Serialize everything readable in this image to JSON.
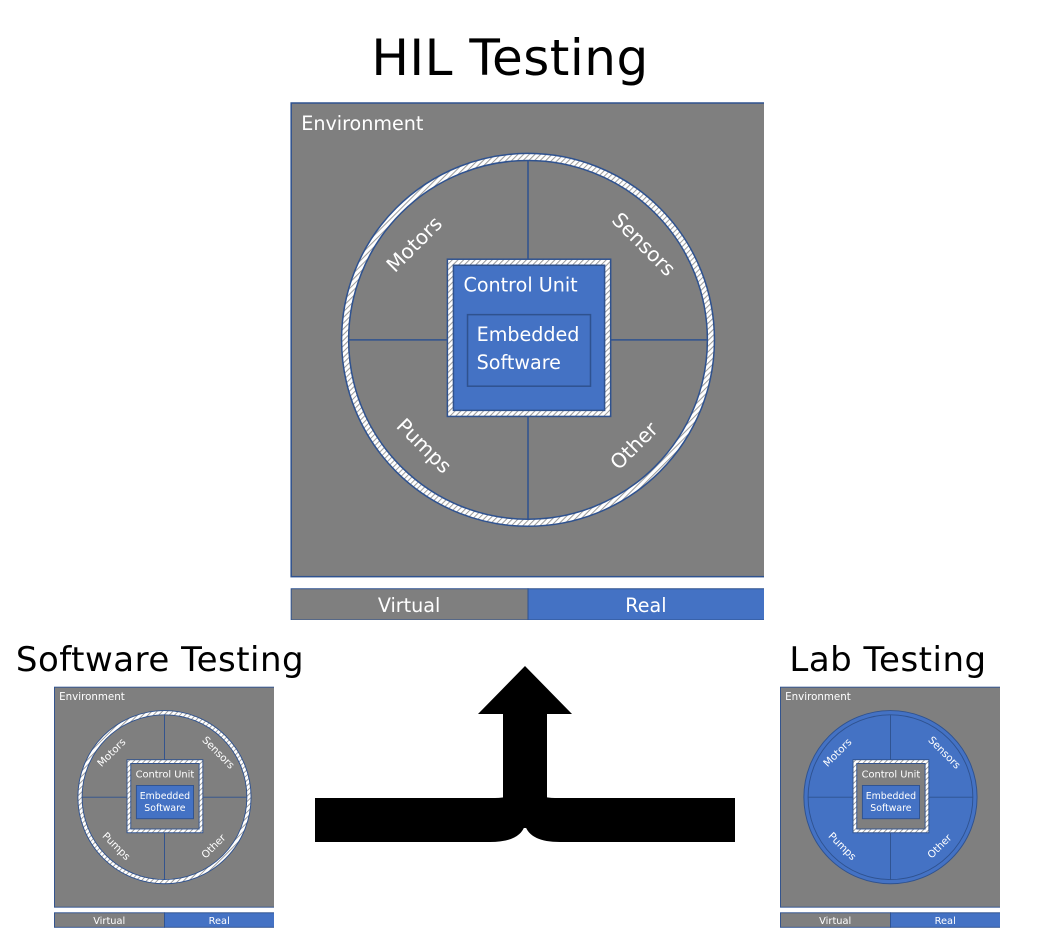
{
  "colors": {
    "environment": "#7f7f7f",
    "real": "#4472c4",
    "border": "#2f528f",
    "text_on_dark": "#ffffff",
    "ring_hatch": "#d9d9d9",
    "arrow": "#000000"
  },
  "hil": {
    "title": "HIL Testing",
    "environment_label": "Environment",
    "control_unit_label": "Control Unit",
    "embedded_line1": "Embedded",
    "embedded_line2": "Software",
    "quadrants": {
      "top_left": "Motors",
      "top_right": "Sensors",
      "bottom_left": "Pumps",
      "bottom_right": "Other"
    },
    "ring_fill": "virtual",
    "control_unit_fill": "real",
    "legend": {
      "virtual": "Virtual",
      "real": "Real"
    }
  },
  "software_testing": {
    "title": "Software Testing",
    "environment_label": "Environment",
    "control_unit_label": "Control Unit",
    "embedded_line1": "Embedded",
    "embedded_line2": "Software",
    "quadrants": {
      "top_left": "Motors",
      "top_right": "Sensors",
      "bottom_left": "Pumps",
      "bottom_right": "Other"
    },
    "ring_fill": "virtual",
    "control_unit_fill": "virtual",
    "legend": {
      "virtual": "Virtual",
      "real": "Real"
    }
  },
  "lab_testing": {
    "title": "Lab Testing",
    "environment_label": "Environment",
    "control_unit_label": "Control Unit",
    "embedded_line1": "Embedded",
    "embedded_line2": "Software",
    "quadrants": {
      "top_left": "Motors",
      "top_right": "Sensors",
      "bottom_left": "Pumps",
      "bottom_right": "Other"
    },
    "ring_fill": "real",
    "control_unit_fill": "virtual",
    "legend": {
      "virtual": "Virtual",
      "real": "Real"
    }
  },
  "merge_arrow_icon": "merge-arrow-icon"
}
